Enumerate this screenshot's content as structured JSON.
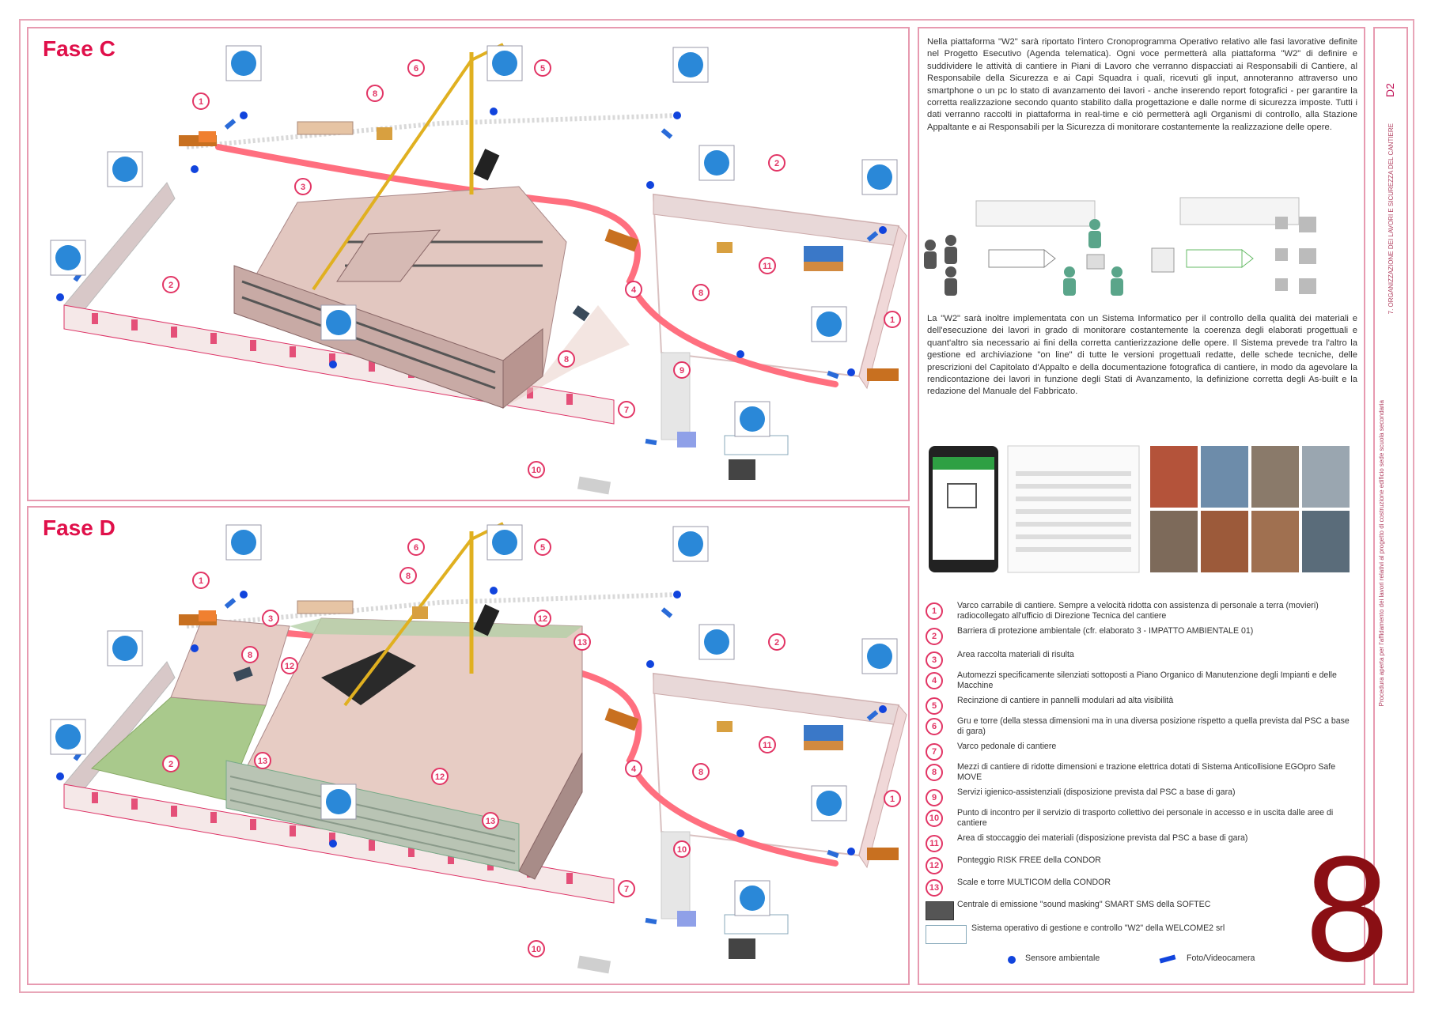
{
  "sheet": {
    "code": "D2",
    "page_number": "8",
    "side_label_1": "7. ORGANIZZAZIONE DEI LAVORI E SICUREZZA DEL CANTIERE",
    "side_label_2": "Procedura aperta per l'affidamento dei lavori relativi al progetto di costruzione edificio sede scuola secondaria"
  },
  "phase_c": {
    "title": "Fase C"
  },
  "phase_d": {
    "title": "Fase D"
  },
  "text": {
    "para1": "Nella piattaforma \"W2\" sarà riportato l'intero Cronoprogramma Operativo relativo alle fasi lavorative definite nel Progetto Esecutivo (Agenda telematica). Ogni voce permetterà alla piattaforma \"W2\" di definire e suddividere le attività di cantiere in Piani di Lavoro che verranno dispacciati ai Responsabili di Cantiere, al Responsabile della Sicurezza e ai Capi Squadra i quali, ricevuti gli input, annoteranno attraverso uno smartphone o un pc lo stato di avanzamento dei lavori - anche inserendo report fotografici - per garantire la corretta realizzazione secondo quanto stabilito dalla progettazione e dalle norme di sicurezza imposte. Tutti i dati verranno raccolti in piattaforma in real-time e ciò permetterà agli Organismi di controllo, alla Stazione Appaltante e ai Responsabili per la Sicurezza di monitorare costantemente la realizzazione delle opere.",
    "para2": "La \"W2\" sarà inoltre implementata con un Sistema Informatico per il controllo della qualità dei materiali e dell'esecuzione dei lavori in grado di monitorare costantemente la coerenza degli elaborati progettuali e quant'altro sia necessario ai fini della corretta cantierizzazione delle opere. Il Sistema prevede tra l'altro la gestione ed archiviazione \"on line\" di tutte le versioni progettuali redatte, delle schede tecniche, delle prescrizioni del Capitolato d'Appalto e della documentazione fotografica di cantiere, in modo da agevolare la rendicontazione dei lavori in funzione degli Stati di Avanzamento, la definizione corretta degli As-built e la redazione del Manuale del Fabbricato."
  },
  "legend": [
    {
      "n": "1",
      "text": "Varco carrabile di cantiere. Sempre a velocità ridotta con assistenza di personale a terra (movieri) radiocollegato all'ufficio di Direzione Tecnica del cantiere"
    },
    {
      "n": "2",
      "text": "Barriera di protezione ambientale (cfr. elaborato 3 - IMPATTO AMBIENTALE 01)"
    },
    {
      "n": "3",
      "text": "Area raccolta materiali di risulta"
    },
    {
      "n": "4",
      "text": "Automezzi specificamente silenziati sottoposti a Piano Organico di Manutenzione degli Impianti e delle Macchine"
    },
    {
      "n": "5",
      "text": "Recinzione di cantiere in pannelli modulari ad alta visibilità"
    },
    {
      "n": "6",
      "text": "Gru e torre (della stessa dimensioni ma in una diversa posizione rispetto a quella prevista dal PSC a base di gara)"
    },
    {
      "n": "7",
      "text": "Varco pedonale di cantiere"
    },
    {
      "n": "8",
      "text": "Mezzi di cantiere di ridotte dimensioni e trazione elettrica dotati di Sistema Anticollisione EGOpro Safe MOVE"
    },
    {
      "n": "9",
      "text": "Servizi igienico-assistenziali (disposizione prevista dal PSC a base di gara)"
    },
    {
      "n": "10",
      "text": "Punto di incontro per il servizio di trasporto collettivo dei personale in accesso e in uscita dalle aree di cantiere"
    },
    {
      "n": "11",
      "text": "Area di stoccaggio dei materiali (disposizione prevista dal PSC a base di gara)"
    },
    {
      "n": "12",
      "text": "Ponteggio RISK FREE della CONDOR"
    },
    {
      "n": "13",
      "text": "Scale e torre MULTICOM della CONDOR"
    }
  ],
  "legend_extra": {
    "masking": "Centrale di emissione \"sound masking\" SMART SMS della SOFTEC",
    "w2": "Sistema operativo di gestione e controllo \"W2\" della WELCOME2 srl",
    "sensor": "Sensore ambientale",
    "camera": "Foto/Videocamera"
  },
  "colors": {
    "accent": "#e0104a",
    "frame": "#e79ab0",
    "route": "#ff6f7f",
    "sensor": "#1144dd",
    "page_number": "#8a0f14"
  }
}
